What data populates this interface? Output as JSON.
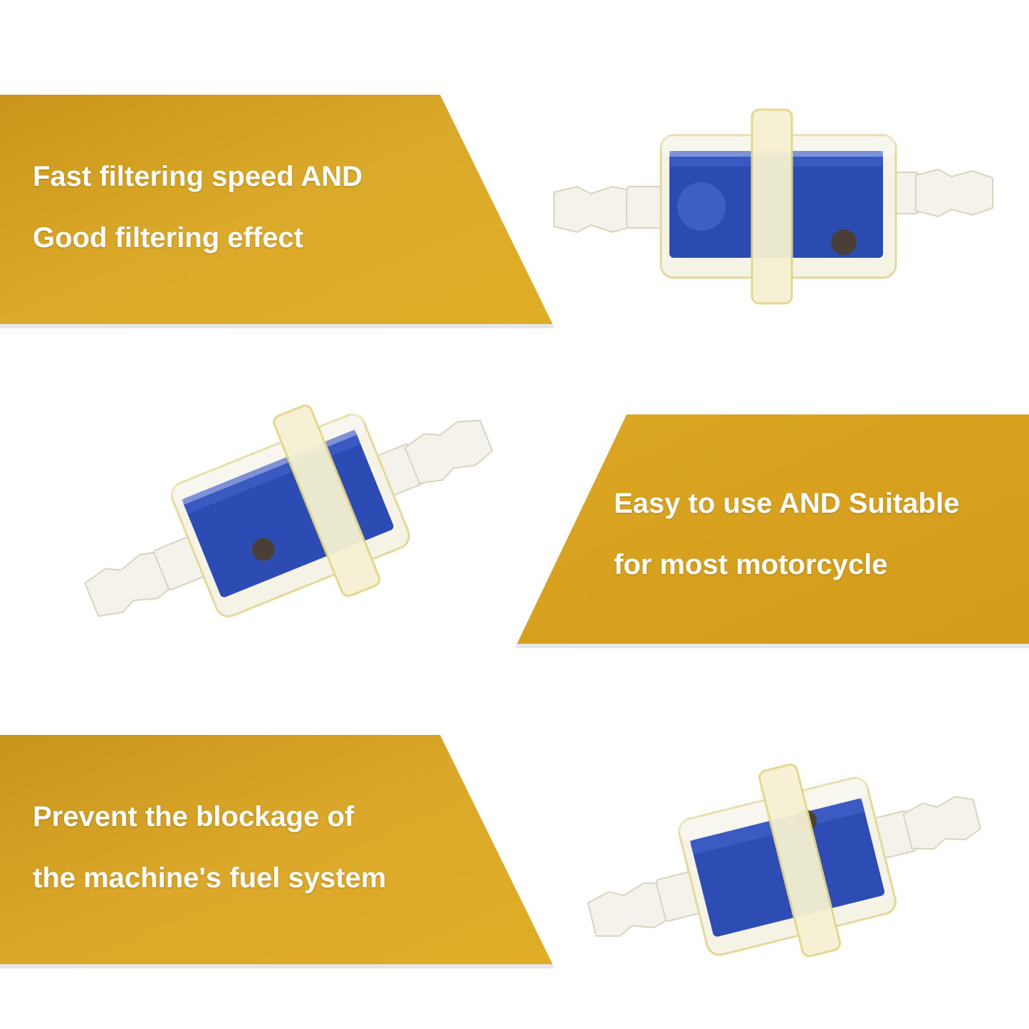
{
  "colors": {
    "banner_gold": "#dba51f",
    "banner_gold_dark": "#c08a10",
    "filter_blue": "#2f4fb0",
    "housing_clear": "#f3f1e4",
    "seal_ring": "#e8e2b8"
  },
  "features": [
    {
      "line1": "Fast filtering speed AND",
      "line2": "Good filtering effect"
    },
    {
      "line1": "Easy to use AND Suitable",
      "line2": "for most motorcycle"
    },
    {
      "line1": "Prevent the blockage of",
      "line2": "the machine's fuel system"
    }
  ],
  "products": [
    {
      "icon": "fuel-filter-icon"
    },
    {
      "icon": "fuel-filter-icon"
    },
    {
      "icon": "fuel-filter-icon"
    }
  ]
}
